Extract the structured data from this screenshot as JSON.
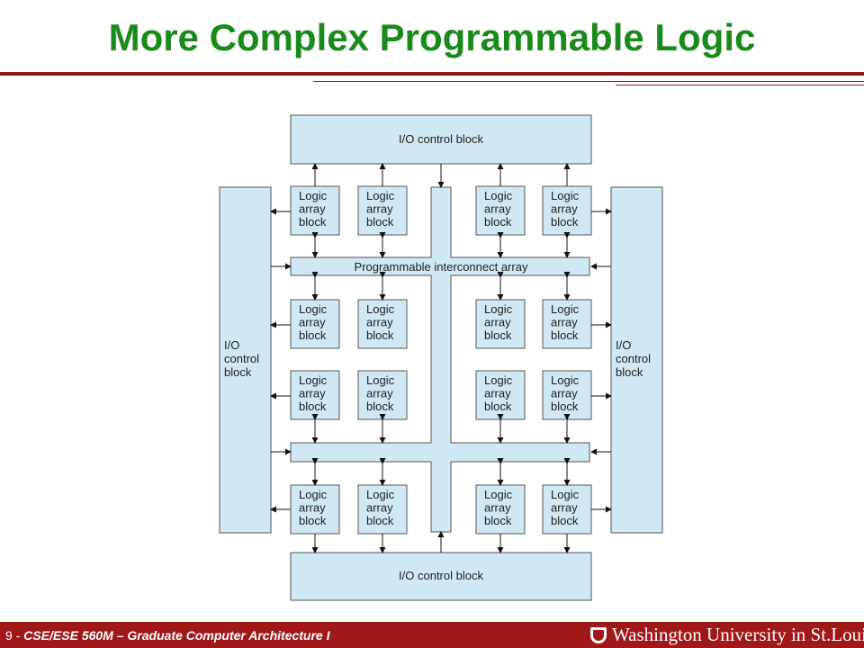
{
  "slide": {
    "title": "More Complex Programmable Logic",
    "footer_page": "9",
    "footer_course": "CSE/ESE 560M – Graduate Computer Architecture I",
    "footer_university": "Washington University in St.Louis",
    "logo_icon": "university-crest-icon"
  },
  "diagram": {
    "io_top_label": "I/O control block",
    "io_bottom_label": "I/O control block",
    "io_left_label": [
      "I/O",
      "control",
      "block"
    ],
    "io_right_label": [
      "I/O",
      "control",
      "block"
    ],
    "interconnect_label": "Programmable interconnect array",
    "lab_label": [
      "Logic",
      "array",
      "block"
    ],
    "lab_count": 16,
    "colors": {
      "fill": "#cfe8f3",
      "stroke": "#555555",
      "text": "#222222"
    }
  }
}
